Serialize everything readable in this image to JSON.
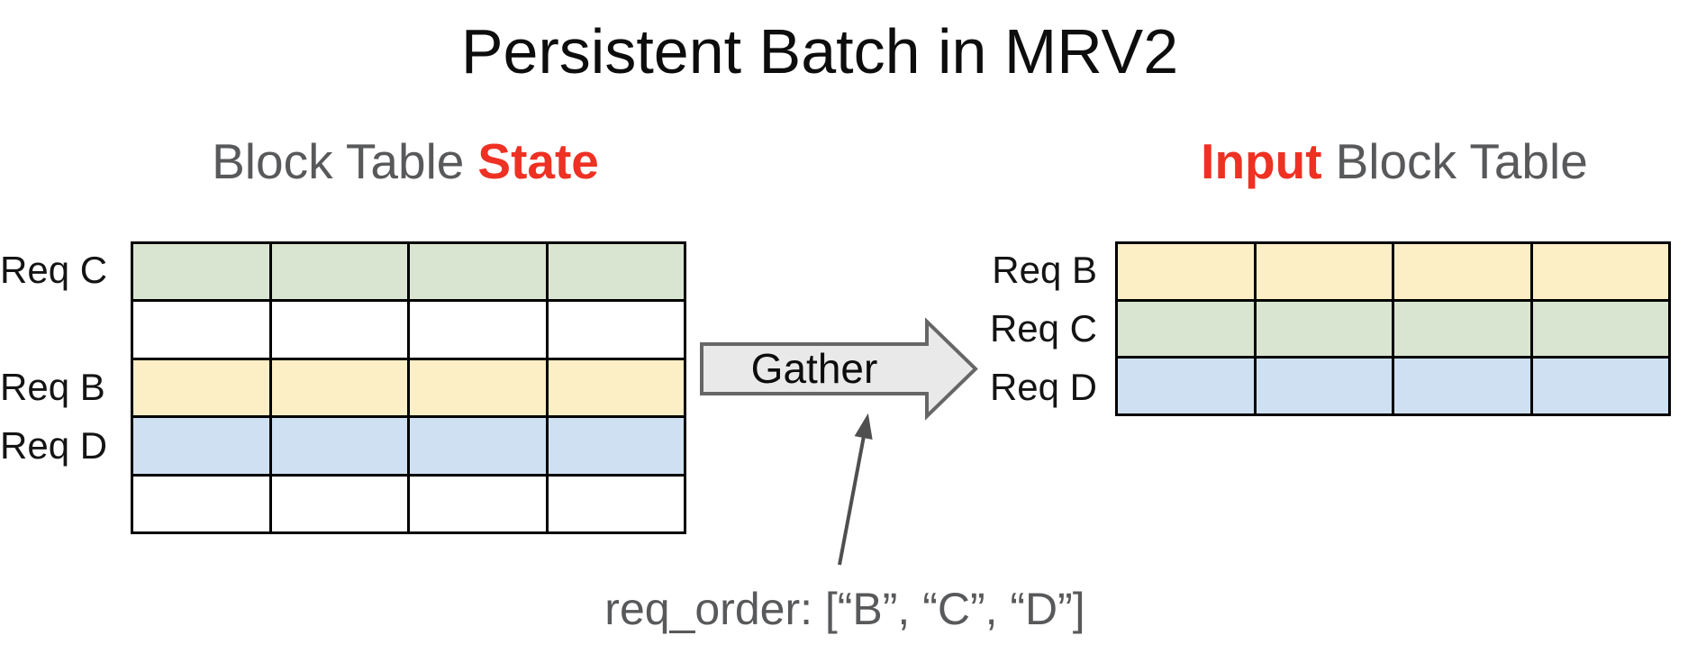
{
  "title": "Persistent Batch in MRV2",
  "colors": {
    "white": "#ffffff",
    "green": "#d9e5d0",
    "yellow": "#fceec5",
    "blue": "#cee0f1",
    "heading_gray": "#58595b",
    "accent_red": "#ee3123",
    "gather_fill": "#e9e9e9",
    "gather_stroke": "#666666",
    "thin_arrow": "#4f4f4f"
  },
  "left_table": {
    "heading_normal": "Block Table",
    "heading_highlight": "State",
    "columns": 4,
    "rows": [
      {
        "label": "Req C",
        "color": "green"
      },
      {
        "label": "",
        "color": "white"
      },
      {
        "label": "Req B",
        "color": "yellow"
      },
      {
        "label": "Req D",
        "color": "blue"
      },
      {
        "label": "",
        "color": "white"
      }
    ]
  },
  "right_table": {
    "heading_highlight": "Input",
    "heading_normal": "Block Table",
    "columns": 4,
    "rows": [
      {
        "label": "Req B",
        "color": "yellow"
      },
      {
        "label": "Req C",
        "color": "green"
      },
      {
        "label": "Req D",
        "color": "blue"
      }
    ]
  },
  "gather": {
    "label": "Gather"
  },
  "annotation": {
    "text": "req_order: [“B”, “C”, “D”]"
  }
}
